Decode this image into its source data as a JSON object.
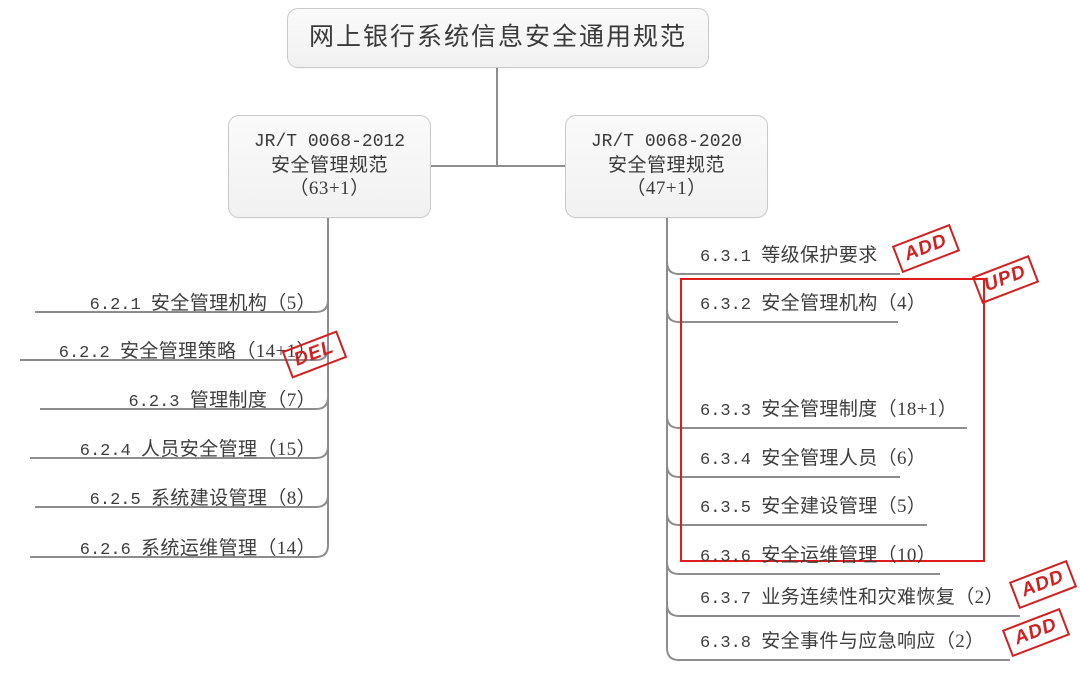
{
  "diagram": {
    "title": "网上银行系统信息安全通用规范",
    "root": {
      "label": "网上银行系统信息安全通用规范"
    },
    "branches": [
      {
        "id": "jrt-2012",
        "side": "left",
        "code": "JR/T 0068-2012",
        "name": "安全管理规范",
        "count": "（63+1）",
        "items": [
          {
            "num": "6.2.1",
            "text": "安全管理机构（5）",
            "tag": ""
          },
          {
            "num": "6.2.2",
            "text": "安全管理策略（14+1）",
            "tag": "DEL"
          },
          {
            "num": "6.2.3",
            "text": "管理制度（7）",
            "tag": ""
          },
          {
            "num": "6.2.4",
            "text": "人员安全管理（15）",
            "tag": ""
          },
          {
            "num": "6.2.5",
            "text": "系统建设管理（8）",
            "tag": ""
          },
          {
            "num": "6.2.6",
            "text": "系统运维管理（14）",
            "tag": ""
          }
        ]
      },
      {
        "id": "jrt-2020",
        "side": "right",
        "code": "JR/T 0068-2020",
        "name": "安全管理规范",
        "count": "（47+1）",
        "items": [
          {
            "num": "6.3.1",
            "text": "等级保护要求",
            "tag": "ADD"
          },
          {
            "num": "6.3.2",
            "text": "安全管理机构（4）",
            "tag": "UPD"
          },
          {
            "num": "6.3.3",
            "text": "安全管理制度（18+1）",
            "tag": ""
          },
          {
            "num": "6.3.4",
            "text": "安全管理人员（6）",
            "tag": ""
          },
          {
            "num": "6.3.5",
            "text": "安全建设管理（5）",
            "tag": ""
          },
          {
            "num": "6.3.6",
            "text": "安全运维管理（10）",
            "tag": ""
          },
          {
            "num": "6.3.7",
            "text": "业务连续性和灾难恢复（2）",
            "tag": "ADD"
          },
          {
            "num": "6.3.8",
            "text": "安全事件与应急响应（2）",
            "tag": "ADD"
          }
        ]
      }
    ],
    "stamps": {
      "del": "DEL",
      "add": "ADD",
      "upd": "UPD"
    },
    "colors": {
      "stamp_red": "#d12020",
      "highlight_red": "#e01b1b",
      "node_border": "#c9c9c9",
      "node_fill": "#f1f1f1",
      "connector": "#8d8d8d",
      "text": "#3d3d3d"
    }
  }
}
